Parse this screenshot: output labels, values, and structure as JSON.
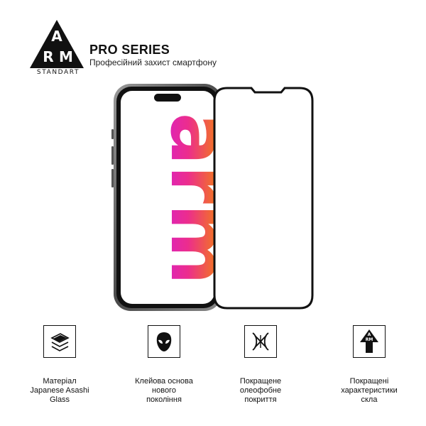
{
  "brand": {
    "logo_letters": [
      "A",
      "R",
      "M"
    ],
    "logo_sub": "STANDART"
  },
  "header": {
    "title": "PRO SERIES",
    "subtitle": "Професійний захист смартфону"
  },
  "product": {
    "screen_art_text": "arm",
    "gradient_colors": [
      "#f9b523",
      "#f2771f",
      "#ec2d8d",
      "#d41fd4"
    ]
  },
  "features": [
    {
      "icon": "layers-icon",
      "label": "Матеріал\nJapanese Asashi\nGlass"
    },
    {
      "icon": "mask-icon",
      "label": "Клейова основа\nнового\nпокоління"
    },
    {
      "icon": "dna-icon",
      "label": "Покращене\nолеофобне\nпокриття"
    },
    {
      "icon": "arm-arrow-icon",
      "label": "Покращені\nхарактеристики\nскла",
      "icon_letters": [
        "A",
        "RM"
      ]
    }
  ]
}
